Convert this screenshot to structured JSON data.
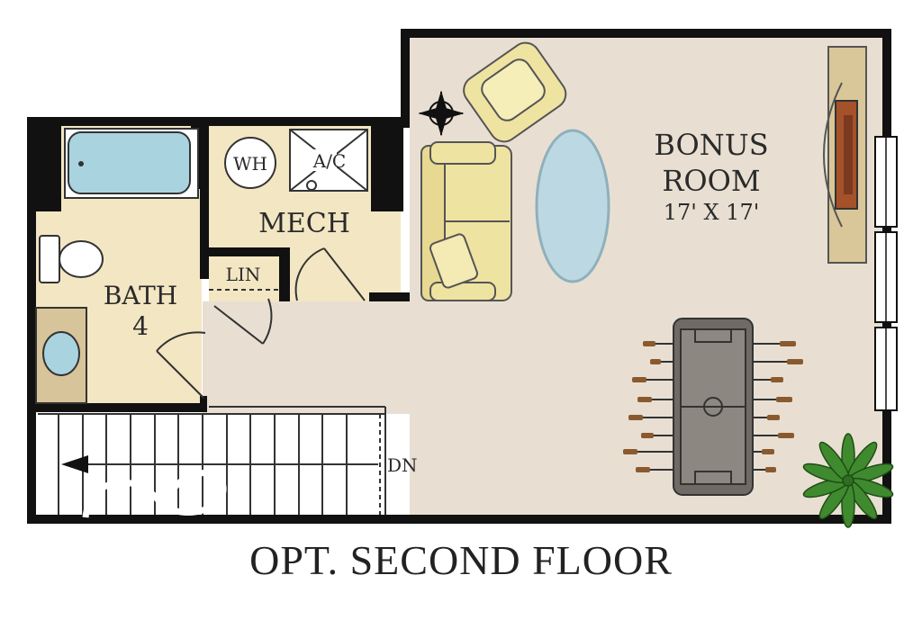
{
  "rooms": {
    "bonus": {
      "name_line1": "BONUS",
      "name_line2": "ROOM",
      "dimensions": "17' X 17'"
    },
    "mech": {
      "name": "MECH"
    },
    "bath": {
      "name": "BATH",
      "number": "4"
    },
    "linen": {
      "name": "LIN"
    }
  },
  "fixtures": {
    "water_heater": "WH",
    "ac_unit": "A/C"
  },
  "stairs": {
    "direction_label": "DN"
  },
  "caption": "OPT. SECOND FLOOR",
  "colors": {
    "wall": "#111111",
    "bonus_floor": "#e8dfd2",
    "mech_floor": "#f3e6c3",
    "bath_floor": "#f3e6c3",
    "tub": "#a9d3df",
    "sofa": "#efe3a2",
    "rug": "#bcd9e3",
    "console": "#d9c79a",
    "foosball": "#6f6a64",
    "plant": "#3f8a2e"
  }
}
